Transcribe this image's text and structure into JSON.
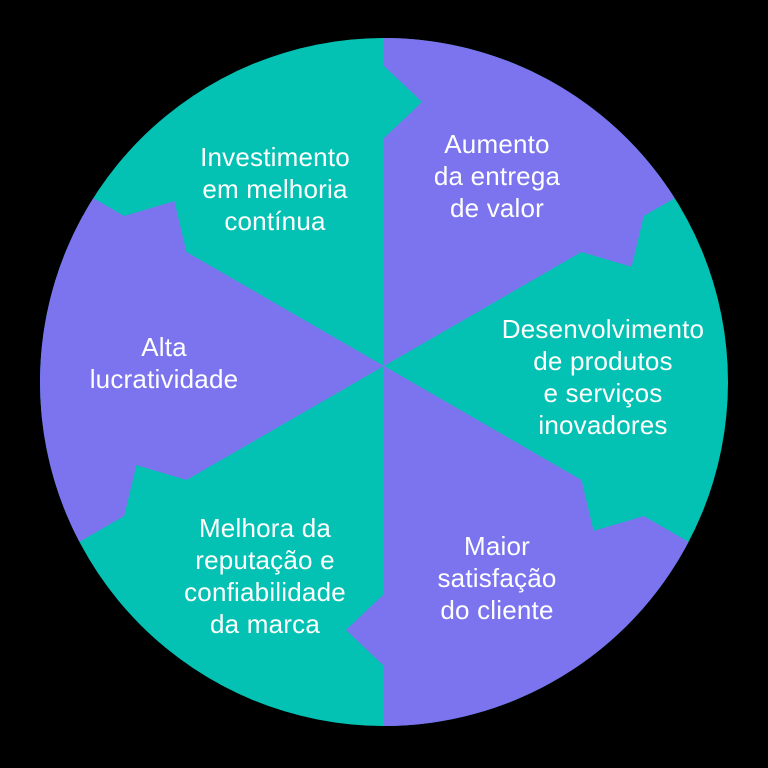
{
  "diagram": {
    "kind": "cycle-diagram",
    "flow_direction": "clockwise",
    "background_color": "#000000",
    "colors": {
      "teal": "#03C2B4",
      "purple": "#7B74EE",
      "label_text": "#FFFFFF"
    },
    "segments": [
      {
        "name": "investimento",
        "label": "Investimento\nem melhoria\ncontínua",
        "color": "teal",
        "position": "top-left"
      },
      {
        "name": "aumento",
        "label": "Aumento\nda entrega\nde valor",
        "color": "purple",
        "position": "top-right"
      },
      {
        "name": "desenvolvimento",
        "label": "Desenvolvimento\nde produtos\ne serviços\ninovadores",
        "color": "teal",
        "position": "right"
      },
      {
        "name": "maior-satisfacao",
        "label": "Maior\nsatisfação\ndo cliente",
        "color": "purple",
        "position": "bottom-right"
      },
      {
        "name": "melhora-reputacao",
        "label": "Melhora da\nreputação e\nconfiabilidade\nda marca",
        "color": "teal",
        "position": "bottom-left"
      },
      {
        "name": "alta-lucratividade",
        "label": "Alta\nlucratividade",
        "color": "purple",
        "position": "left"
      }
    ]
  }
}
